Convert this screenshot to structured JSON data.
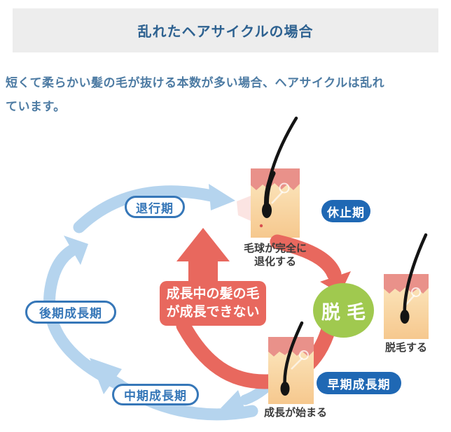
{
  "theme": {
    "accent-blue": "#3677b8",
    "pill-fill": "#1f68b4",
    "light-blue": "#b5d4ee",
    "red": "#e8685e",
    "green": "#a0c94f",
    "title-blue": "#2d6190",
    "body-blue": "#4d7ba3",
    "header-gray": "#ededed",
    "caption-dark": "#3b3b3b",
    "skin-pink": "#e9918a",
    "skin-cream": "#fbe2ae"
  },
  "header": {
    "title": "乱れたヘアサイクルの場合"
  },
  "intro": {
    "lines": [
      "短くて柔らかい髪の毛が抜ける本数が多い場合、ヘアサイクルは乱れ",
      "ています。"
    ]
  },
  "diagram": {
    "phases": [
      {
        "label": "退行期"
      },
      {
        "label": "休止期"
      },
      {
        "label": "後期成長期"
      },
      {
        "label": "中期成長期"
      },
      {
        "label": "早期成長期"
      }
    ],
    "warning": {
      "lines": [
        "成長中の髪の毛",
        "が成長できない"
      ]
    },
    "result": {
      "label": "脱毛"
    },
    "captions": {
      "bulb_degenerates": {
        "lines": [
          "毛球が完全に",
          "退化する"
        ]
      },
      "hair_falls_out": "脱毛する",
      "growth_begins": "成長が始まる"
    }
  }
}
